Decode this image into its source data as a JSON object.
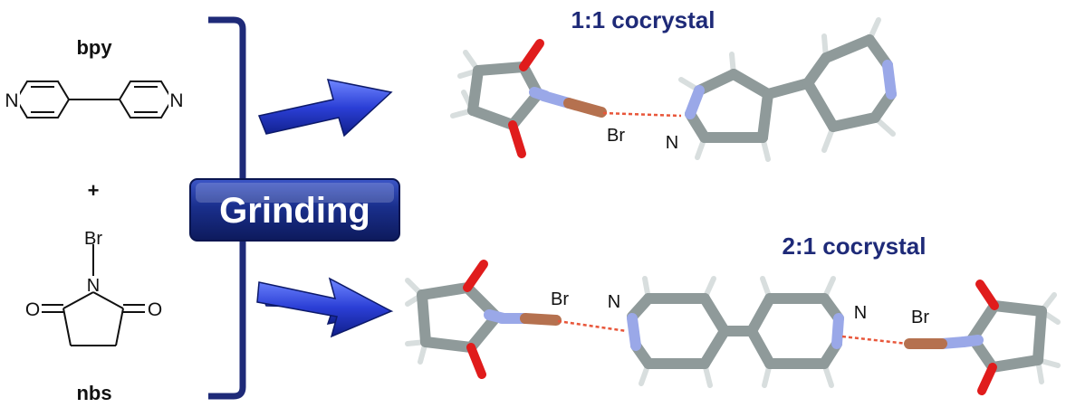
{
  "reactants": {
    "bpy_label": "bpy",
    "plus": "+",
    "nbs_label": "nbs",
    "bpy_n_left": "N",
    "bpy_n_right": "N",
    "nbs_br": "Br",
    "nbs_n": "N",
    "nbs_o_left": "O",
    "nbs_o_right": "O"
  },
  "process": {
    "label": "Grinding"
  },
  "products": {
    "p1": {
      "title": "1:1 cocrystal",
      "br": "Br",
      "n": "N"
    },
    "p2": {
      "title": "2:1 cocrystal",
      "br_left": "Br",
      "n_left": "N",
      "n_right": "N",
      "br_right": "Br"
    }
  },
  "colors": {
    "arrow": "#2b3fd6",
    "bracket": "#1e2a78",
    "grinding_box": "#1a2f8c",
    "carbon": "#8f9a9a",
    "oxygen": "#e01c1c",
    "nitrogen": "#9aa8e8",
    "bromine": "#b5714f",
    "halogen_bond": "#e8563a"
  }
}
